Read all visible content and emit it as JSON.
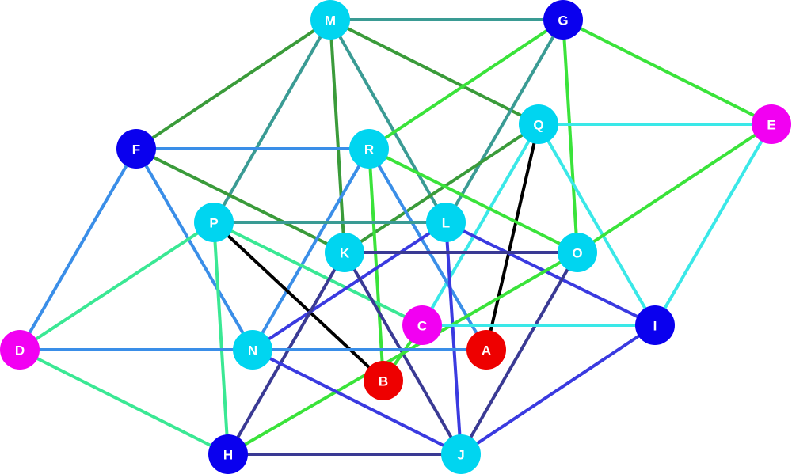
{
  "graph": {
    "nodes": [
      {
        "id": "M",
        "label": "M",
        "color": "#00d5f0"
      },
      {
        "id": "G",
        "label": "G",
        "color": "#0a00ee"
      },
      {
        "id": "E",
        "label": "E",
        "color": "#f200f2"
      },
      {
        "id": "Q",
        "label": "Q",
        "color": "#00d5f0"
      },
      {
        "id": "F",
        "label": "F",
        "color": "#0a00ee"
      },
      {
        "id": "R",
        "label": "R",
        "color": "#00d5f0"
      },
      {
        "id": "P",
        "label": "P",
        "color": "#00d5f0"
      },
      {
        "id": "L",
        "label": "L",
        "color": "#00d5f0"
      },
      {
        "id": "K",
        "label": "K",
        "color": "#00d5f0"
      },
      {
        "id": "O",
        "label": "O",
        "color": "#00d5f0"
      },
      {
        "id": "C",
        "label": "C",
        "color": "#f200f2"
      },
      {
        "id": "I",
        "label": "I",
        "color": "#0a00ee"
      },
      {
        "id": "D",
        "label": "D",
        "color": "#f200f2"
      },
      {
        "id": "N",
        "label": "N",
        "color": "#00d5f0"
      },
      {
        "id": "A",
        "label": "A",
        "color": "#ee0000"
      },
      {
        "id": "B",
        "label": "B",
        "color": "#ee0000"
      },
      {
        "id": "H",
        "label": "H",
        "color": "#0a00ee"
      },
      {
        "id": "J",
        "label": "J",
        "color": "#00d5f0"
      }
    ],
    "edges": [
      {
        "from": "M",
        "to": "G",
        "color": "#3a9b94"
      },
      {
        "from": "M",
        "to": "F",
        "color": "#3a9b3a"
      },
      {
        "from": "M",
        "to": "P",
        "color": "#3a9b94"
      },
      {
        "from": "M",
        "to": "K",
        "color": "#3a9b3a"
      },
      {
        "from": "M",
        "to": "L",
        "color": "#3a9b94"
      },
      {
        "from": "M",
        "to": "Q",
        "color": "#3a9b3a"
      },
      {
        "from": "G",
        "to": "E",
        "color": "#3ae33a"
      },
      {
        "from": "G",
        "to": "R",
        "color": "#3ae33a"
      },
      {
        "from": "G",
        "to": "O",
        "color": "#3ae33a"
      },
      {
        "from": "G",
        "to": "L",
        "color": "#3a9b94"
      },
      {
        "from": "Q",
        "to": "E",
        "color": "#3ae8e8"
      },
      {
        "from": "Q",
        "to": "K",
        "color": "#3a9b3a"
      },
      {
        "from": "Q",
        "to": "A",
        "color": "#000000"
      },
      {
        "from": "Q",
        "to": "I",
        "color": "#3ae8e8"
      },
      {
        "from": "Q",
        "to": "C",
        "color": "#3ae8e8"
      },
      {
        "from": "E",
        "to": "O",
        "color": "#3ae33a"
      },
      {
        "from": "E",
        "to": "I",
        "color": "#3ae8e8"
      },
      {
        "from": "F",
        "to": "R",
        "color": "#3a8ee8"
      },
      {
        "from": "F",
        "to": "K",
        "color": "#3a9b3a"
      },
      {
        "from": "F",
        "to": "D",
        "color": "#3a8ee8"
      },
      {
        "from": "F",
        "to": "N",
        "color": "#3a8ee8"
      },
      {
        "from": "R",
        "to": "O",
        "color": "#3ae33a"
      },
      {
        "from": "R",
        "to": "B",
        "color": "#3ae33a"
      },
      {
        "from": "R",
        "to": "A",
        "color": "#3a8ee8"
      },
      {
        "from": "R",
        "to": "N",
        "color": "#3a8ee8"
      },
      {
        "from": "P",
        "to": "L",
        "color": "#3a9b94"
      },
      {
        "from": "P",
        "to": "B",
        "color": "#000000"
      },
      {
        "from": "P",
        "to": "C",
        "color": "#3ae894"
      },
      {
        "from": "P",
        "to": "D",
        "color": "#3ae894"
      },
      {
        "from": "P",
        "to": "H",
        "color": "#3ae894"
      },
      {
        "from": "L",
        "to": "N",
        "color": "#3a3ae0"
      },
      {
        "from": "L",
        "to": "J",
        "color": "#3a3ae0"
      },
      {
        "from": "L",
        "to": "I",
        "color": "#3a3ae0"
      },
      {
        "from": "K",
        "to": "O",
        "color": "#3a3a94"
      },
      {
        "from": "K",
        "to": "H",
        "color": "#3a3a94"
      },
      {
        "from": "K",
        "to": "J",
        "color": "#3a3a94"
      },
      {
        "from": "O",
        "to": "H",
        "color": "#3ae33a"
      },
      {
        "from": "O",
        "to": "J",
        "color": "#3a3a94"
      },
      {
        "from": "C",
        "to": "I",
        "color": "#3ae8e8"
      },
      {
        "from": "C",
        "to": "B",
        "color": "#3ae33a"
      },
      {
        "from": "D",
        "to": "N",
        "color": "#3a8ee8"
      },
      {
        "from": "D",
        "to": "H",
        "color": "#3ae894"
      },
      {
        "from": "N",
        "to": "A",
        "color": "#3a8ee8"
      },
      {
        "from": "N",
        "to": "J",
        "color": "#3a3ae0"
      },
      {
        "from": "I",
        "to": "J",
        "color": "#3a3ae0"
      },
      {
        "from": "H",
        "to": "J",
        "color": "#3a3a94"
      }
    ]
  }
}
